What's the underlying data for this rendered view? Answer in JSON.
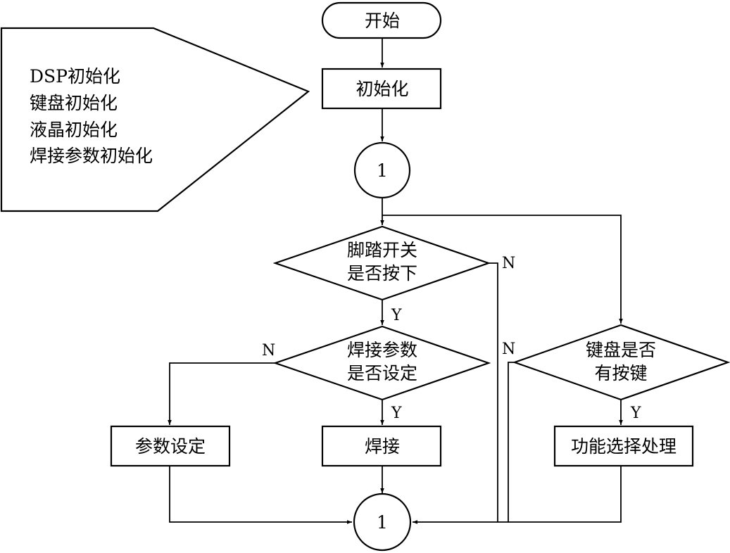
{
  "nodes": {
    "start": "开始",
    "init": "初始化",
    "connector_top": "1",
    "pedal_line1": "脚踏开关",
    "pedal_line2": "是否按下",
    "params_line1": "焊接参数",
    "params_line2": "是否设定",
    "key_line1": "键盘是否",
    "key_line2": "有按键",
    "param_setting": "参数设定",
    "welding": "焊接",
    "function_select": "功能选择处理",
    "connector_bottom": "1"
  },
  "annotation": {
    "lines": [
      "DSP初始化",
      "键盘初始化",
      "液晶初始化",
      "焊接参数初始化"
    ]
  },
  "edge_labels": {
    "pedal_no": "N",
    "pedal_yes": "Y",
    "params_no": "N",
    "params_yes": "Y",
    "key_no": "N",
    "key_yes": "Y"
  },
  "colors": {
    "stroke": "#000000",
    "fill": "#ffffff",
    "text": "#000000"
  }
}
